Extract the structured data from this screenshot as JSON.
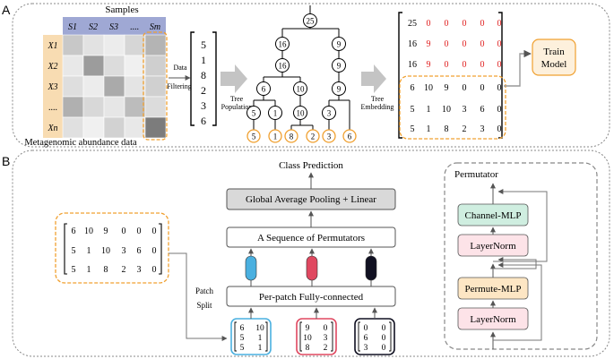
{
  "panel_a": {
    "label": "A",
    "samples_title": "Samples",
    "sample_headers": [
      "S1",
      "S2",
      "S3",
      "....",
      "Sm"
    ],
    "feature_labels": [
      "X1",
      "X2",
      "X3",
      "....",
      "Xn"
    ],
    "matrix_caption": "Metagenomic abundance data",
    "filter_label_1": "Data",
    "filter_label_2": "Filtering",
    "filtered_values": [
      "5",
      "1",
      "8",
      "2",
      "3",
      "6"
    ],
    "population_label_1": "Tree",
    "population_label_2": "Population",
    "tree_nodes": {
      "root": "25",
      "n16a": "16",
      "n9a": "9",
      "n16b": "16",
      "n9b": "9",
      "n6": "6",
      "n10": "10",
      "n9c": "9",
      "n5": "5",
      "n1": "1",
      "n10b": "10",
      "n3": "3",
      "leaf5": "5",
      "leaf1": "1",
      "leaf8": "8",
      "leaf2": "2",
      "leaf3": "3",
      "leaf6": "6"
    },
    "embedding_label_1": "Tree",
    "embedding_label_2": "Embedding",
    "embedding_rows": [
      [
        "25",
        "0",
        "0",
        "0",
        "0",
        "0"
      ],
      [
        "16",
        "9",
        "0",
        "0",
        "0",
        "0"
      ],
      [
        "16",
        "9",
        "0",
        "0",
        "0",
        "0"
      ],
      [
        "6",
        "10",
        "9",
        "0",
        "0",
        "0"
      ],
      [
        "5",
        "1",
        "10",
        "3",
        "6",
        "0"
      ],
      [
        "5",
        "1",
        "8",
        "2",
        "3",
        "0"
      ]
    ],
    "train_model_1": "Train",
    "train_model_2": "Model"
  },
  "panel_b": {
    "label": "B",
    "input_rows": [
      [
        "6",
        "10",
        "9",
        "0",
        "0",
        "0"
      ],
      [
        "5",
        "1",
        "10",
        "3",
        "6",
        "0"
      ],
      [
        "5",
        "1",
        "8",
        "2",
        "3",
        "0"
      ]
    ],
    "patch_split_1": "Patch",
    "patch_split_2": "Split",
    "class_prediction": "Class Prediction",
    "pooling_label": "Global Average Pooling + Linear",
    "permutators_label": "A Sequence of Permutators",
    "fc_label": "Per-patch Fully-connected",
    "patches": [
      {
        "rows": [
          [
            "6",
            "10"
          ],
          [
            "5",
            "1"
          ],
          [
            "5",
            "1"
          ]
        ]
      },
      {
        "rows": [
          [
            "9",
            "0"
          ],
          [
            "10",
            "3"
          ],
          [
            "8",
            "2"
          ]
        ]
      },
      {
        "rows": [
          [
            "0",
            "0"
          ],
          [
            "6",
            "0"
          ],
          [
            "3",
            "0"
          ]
        ]
      }
    ],
    "permutator_title": "Permutator",
    "channel_mlp": "Channel-MLP",
    "layernorm_top": "LayerNorm",
    "permute_mlp": "Permute-MLP",
    "layernorm_bottom": "LayerNorm"
  },
  "colors": {
    "matrix_header": "#9fa8d4",
    "feature_label_bg": "#f8dcb2",
    "orange": "#f0a030",
    "train_bg": "#fdf0dc",
    "zero_red": "#e02020",
    "pooling_bg": "#d9d9d9",
    "channel_mlp_bg": "#cfeee0",
    "layernorm_bg": "#fde3e8",
    "permute_mlp_bg": "#fde6c4",
    "token_blue": "#4ab0e0",
    "token_red": "#e04860",
    "token_black": "#111122"
  }
}
